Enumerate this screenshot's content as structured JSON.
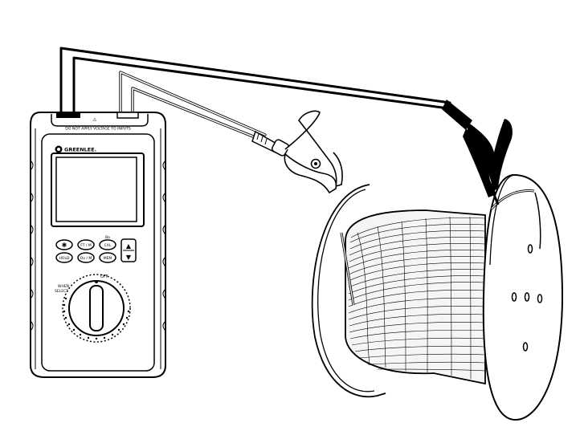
{
  "meter": {
    "brand_label": "GREENLEE.",
    "warning_label": "DO NOT APPLY VOLTAGE TO INPUTS",
    "warning_symbol": "⚠",
    "buttons": {
      "light": "✱",
      "ft_m": "FT / M",
      "cal": "CAL",
      "cal_caption": "Ba",
      "hold": "HOLD",
      "ov_m": "Ov / M",
      "mem": "MEM",
      "up_arrow": "▲",
      "down_arrow": "▼"
    },
    "dial": {
      "off_label": "OFF",
      "label_when": "WHEN",
      "label_select": "SELECT"
    }
  },
  "colors": {
    "line": "#000000",
    "background": "#ffffff",
    "cable_fill": "#f5f5f5"
  }
}
